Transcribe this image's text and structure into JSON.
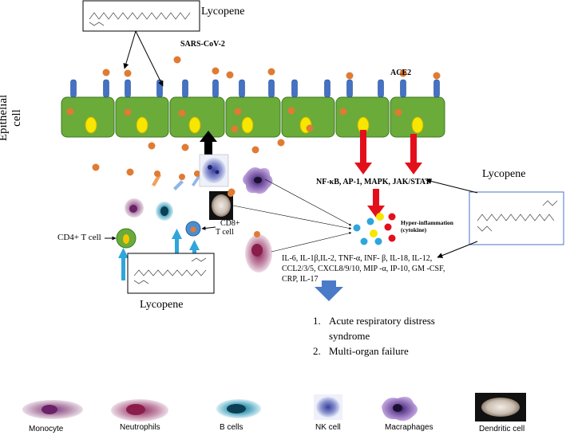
{
  "labels": {
    "lycopene_top": "Lycopene",
    "lycopene_right": "Lycopene",
    "lycopene_bottom": "Lycopene",
    "sars": "SARS-CoV-2",
    "ace2": "ACE2",
    "epithelial": "Epithelial",
    "epithelial_cell": "cell",
    "pathways": "NF-κB, AP-1, MAPK, JAK/STAT",
    "hyper_1": "Hyper-inflammation",
    "hyper_2": "(cytokine)",
    "cd4": "CD4+ T cell",
    "cd8_1": "CD8+",
    "cd8_2": "T cell",
    "cytokines_1": "IL-6, IL-1β,IL-2, TNF-α, INF- β, IL-18, IL-12,",
    "cytokines_2": "CCL2/3/5, CXCL8/9/10, MIP -α, IP-10, GM -CSF,",
    "cytokines_3": "CRP, IL-17"
  },
  "outcomes": [
    {
      "num": "1.",
      "text": "Acute respiratory distress"
    },
    {
      "num": "",
      "text": "syndrome"
    },
    {
      "num": "2.",
      "text": "Multi-organ failure"
    }
  ],
  "legend": [
    {
      "label": "Monocyte"
    },
    {
      "label": "Neutrophils"
    },
    {
      "label": "B cells"
    },
    {
      "label": "NK cell"
    },
    {
      "label": "Macraphages"
    },
    {
      "label": "Dendritic cell"
    }
  ],
  "colors": {
    "epithelium": "#6aab3a",
    "epithelium_border": "#3f7a22",
    "nucleus": "#f7e600",
    "virus": "#e07b33",
    "receptor": "#4472c4",
    "arrow_red": "#e3101b",
    "arrow_blue": "#2ea6dc",
    "down_arrow": "#4a7bc8"
  }
}
